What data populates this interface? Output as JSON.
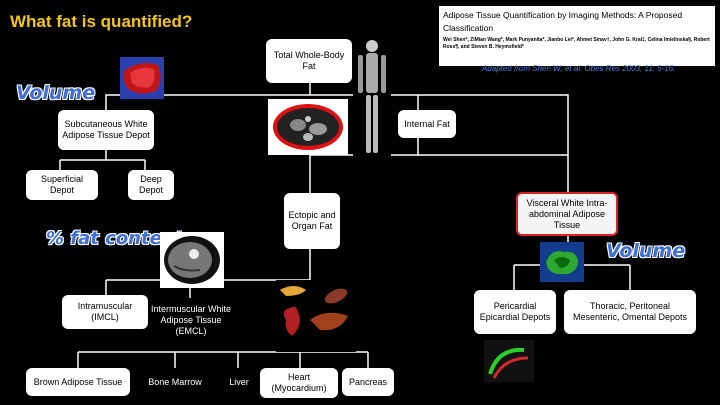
{
  "title": "What fat is quantified?",
  "reference": {
    "title": "Adipose Tissue Quantification by Imaging Methods: A Proposed Classification",
    "authors": "Wei Shen*, ZiMian Wang*, Mark Punyanita*, Jianbo Lei*, Ahmet Sinav†, John G. Kral‡, Celina Imielinska§, Robert Ross¶, and Steven B. Heymsfield*",
    "adapted": "Adapted from Shen W, et al.  Obes Res 2003; 11: 5-16."
  },
  "nodes": {
    "total": "Total Whole-Body Fat",
    "subcutaneous": "Subcutaneous White Adipose Tissue Depot",
    "internal": "Internal Fat",
    "superficial": "Superficial Depot",
    "deep": "Deep Depot",
    "ectopic": "Ectopic and Organ Fat",
    "visceral": "Visceral White Intra-abdominal Adipose Tissue",
    "intramuscular": "Intramuscular (IMCL)",
    "intermuscular": "Intermuscular White Adipose Tissue (EMCL)",
    "pericardial": "Pericardial Epicardial Depots",
    "thoracic": "Thoracic, Peritoneal Mesenteric, Omental Depots",
    "brown": "Brown Adipose Tissue",
    "bone": "Bone  Marrow",
    "liver": "Liver",
    "heart": "Heart (Myocardium)",
    "pancreas": "Pancreas"
  },
  "labels": {
    "volume_left": "Volume",
    "volume_right": "Volume",
    "fat_content": "% fat content"
  },
  "colors": {
    "title": "#f5c518",
    "accent": "#3f6fd8",
    "highlight_border": "#dd2222"
  }
}
